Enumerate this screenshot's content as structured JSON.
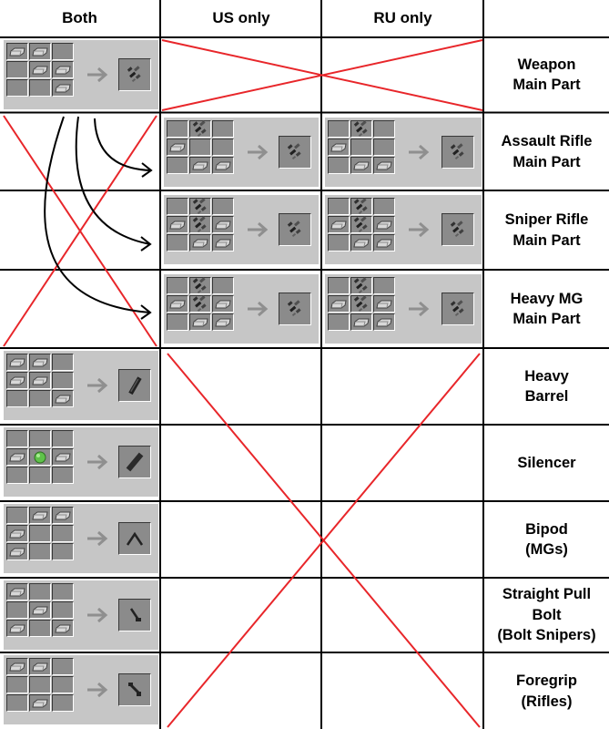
{
  "headers": {
    "both": "Both",
    "us": "US only",
    "ru": "RU only",
    "item": ""
  },
  "rows": [
    {
      "label": [
        "Weapon",
        "Main Part"
      ],
      "both": "recipe",
      "us": null,
      "ru": null,
      "us_ru_cross": true,
      "result_icon": "main-part"
    },
    {
      "label": [
        "Assault Rifle",
        "Main Part"
      ],
      "both": "redirect",
      "us": "recipe",
      "ru": "recipe",
      "result_icon": "main-part"
    },
    {
      "label": [
        "Sniper Rifle",
        "Main Part"
      ],
      "both": "redirect",
      "us": "recipe",
      "ru": "recipe",
      "result_icon": "main-part"
    },
    {
      "label": [
        "Heavy MG",
        "Main Part"
      ],
      "both": "redirect",
      "us": "recipe",
      "ru": "recipe",
      "result_icon": "main-part"
    },
    {
      "label": [
        "Heavy",
        "Barrel"
      ],
      "both": "recipe",
      "result_icon": "heavy-barrel"
    },
    {
      "label": [
        "Silencer"
      ],
      "both": "recipe",
      "result_icon": "silencer"
    },
    {
      "label": [
        "Bipod",
        "(MGs)"
      ],
      "both": "recipe",
      "result_icon": "bipod"
    },
    {
      "label": [
        "Straight Pull",
        "Bolt",
        "(Bolt Snipers)"
      ],
      "both": "recipe",
      "result_icon": "bolt"
    },
    {
      "label": [
        "Foregrip",
        "(Rifles)"
      ],
      "both": "recipe",
      "result_icon": "foregrip"
    }
  ],
  "icons": {
    "ingot": "iron-ingot-icon",
    "slimeball": "slimeball-icon",
    "arrow": "crafting-arrow-icon"
  },
  "colors": {
    "grid_line": "#000000",
    "cross": "#e8262a",
    "arrow_line": "#000000",
    "recipe_bg": "#c6c6c6",
    "slot_bg": "#8b8b8b"
  },
  "not_available_marks": [
    "both-rows-2-4",
    "us-ru-row-1",
    "us-ru-rows-5-9"
  ],
  "redirect_arrows": {
    "from": "both",
    "to": "us",
    "count": 3
  }
}
